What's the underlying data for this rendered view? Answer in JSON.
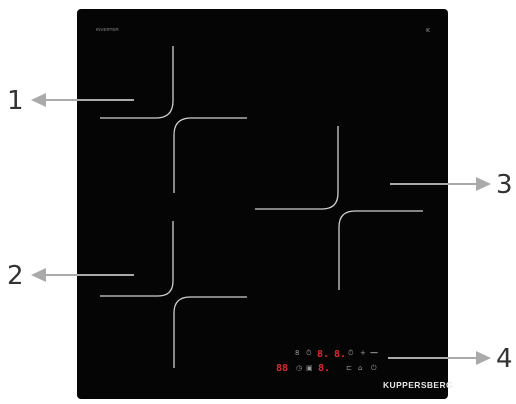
{
  "panel": {
    "inverter_label": "INVERTER",
    "corner_mark": "ĸ",
    "brand": "KUPPERSBERG"
  },
  "callouts": [
    {
      "number": "1"
    },
    {
      "number": "2"
    },
    {
      "number": "3"
    },
    {
      "number": "4"
    }
  ],
  "control_panel": {
    "top_row": [
      "8",
      "⏱",
      "8.",
      "8.",
      "⏱",
      "+",
      "—"
    ],
    "bottom_row": [
      "88",
      "◷",
      "▣",
      "8.",
      "⊏",
      "⌂",
      "⏻"
    ]
  },
  "colors": {
    "glass": "#050505",
    "zone_line": "#d0d0d0",
    "arrow": "#aaaaaa",
    "display_red": "#e0282e"
  }
}
